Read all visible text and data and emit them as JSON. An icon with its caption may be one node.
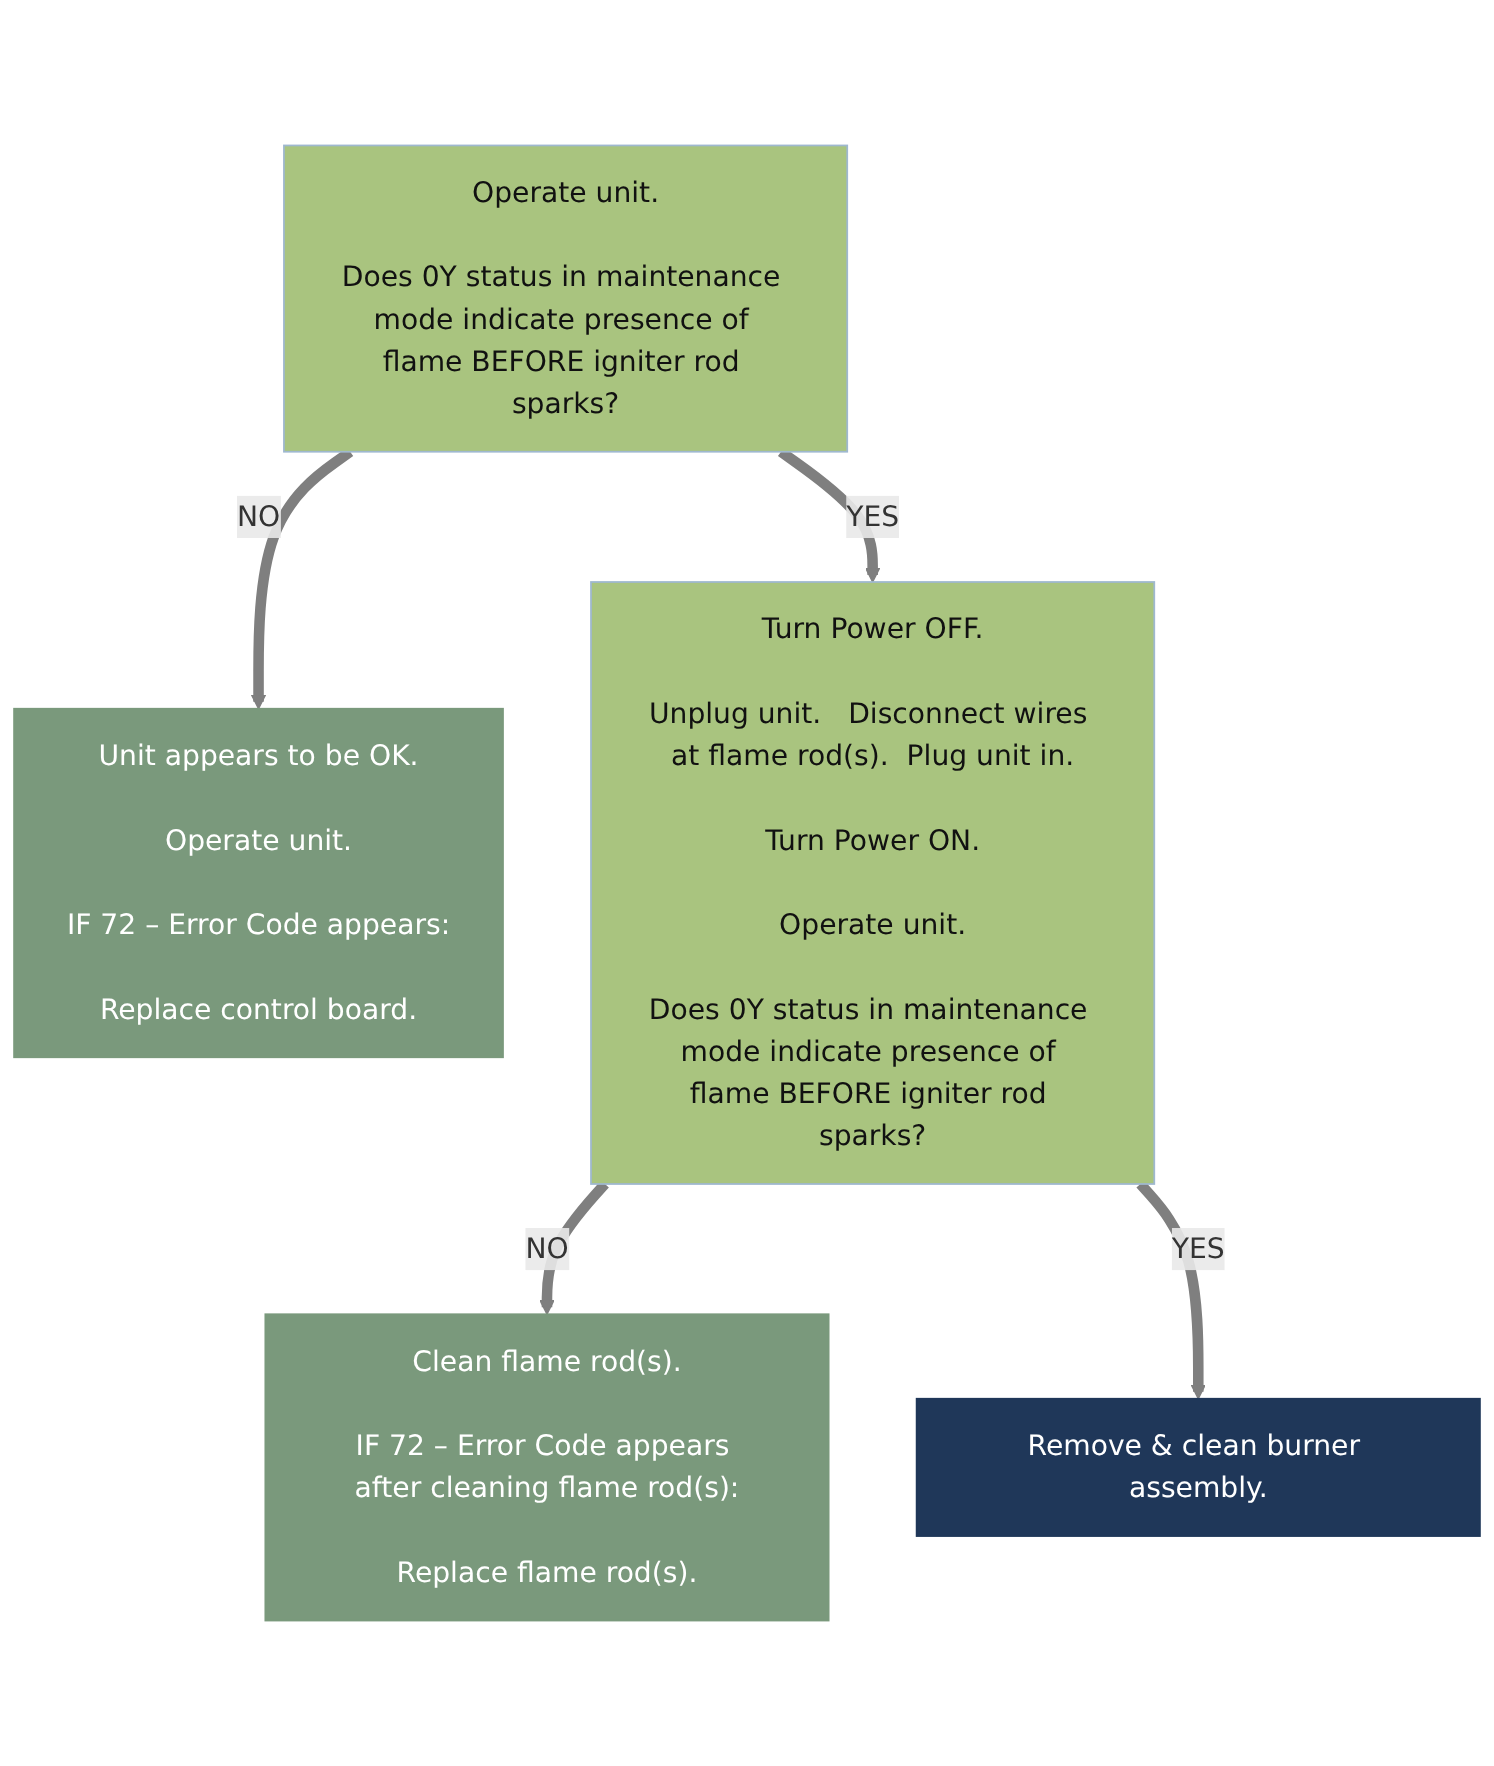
{
  "diagram": {
    "nodes": [
      {
        "text": [
          "Operate unit.",
          "Does 0Y status in maintenance mode indicate presence of flame BEFORE igniter rod sparks?"
        ]
      },
      {
        "text": [
          "Unit appears to be OK.",
          "Operate unit.",
          "IF 72 – Error Code appears:",
          "Replace control board."
        ]
      },
      {
        "text": [
          "Turn Power OFF.",
          "Unplug unit.   Disconnect wires at flame rod(s).  Plug unit in.",
          "Turn Power ON.",
          "Operate unit.",
          "Does 0Y status in maintenance mode indicate presence of flame BEFORE igniter rod sparks?"
        ]
      },
      {
        "text": [
          "Clean flame rod(s).",
          "IF 72 – Error Code appears after cleaning flame rod(s):",
          "Replace flame rod(s)."
        ]
      },
      {
        "text": [
          "Remove & clean burner assembly."
        ]
      }
    ],
    "edges": [
      {
        "from": 0,
        "to": 1,
        "arrow": "to",
        "label": "NO"
      },
      {
        "from": 0,
        "to": 2,
        "arrow": "to",
        "label": "YES"
      },
      {
        "from": 2,
        "to": 3,
        "arrow": "to",
        "label": "NO"
      },
      {
        "from": 2,
        "to": 4,
        "arrow": "to",
        "label": "YES"
      }
    ]
  }
}
